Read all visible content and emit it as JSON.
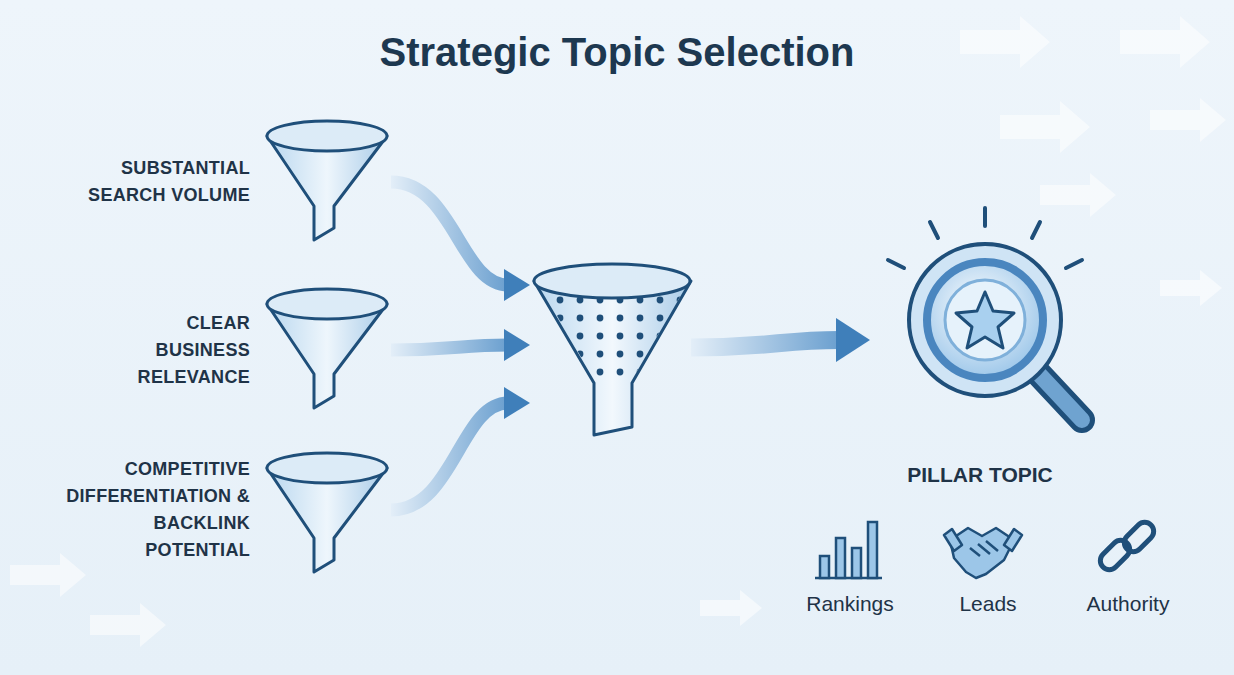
{
  "diagram": {
    "title": "Strategic Topic Selection",
    "nodes": [
      {
        "text": [
          "SUBSTANTIAL SEARCH VOLUME"
        ]
      },
      {
        "text": [
          "CLEAR BUSINESS RELEVANCE"
        ]
      },
      {
        "text": [
          "COMPETITIVE DIFFERENTIATION & BACKLINK POTENTIAL"
        ]
      },
      {
        "text": []
      },
      {
        "text": [
          "PILLAR TOPIC"
        ]
      }
    ],
    "edges": [
      {
        "from": 0,
        "to": 3,
        "arrow": "to"
      },
      {
        "from": 1,
        "to": 3,
        "arrow": "to"
      },
      {
        "from": 2,
        "to": 3,
        "arrow": "to"
      },
      {
        "from": 3,
        "to": 4,
        "arrow": "to"
      }
    ],
    "labels": [
      "Rankings",
      "Leads",
      "Authority"
    ]
  }
}
